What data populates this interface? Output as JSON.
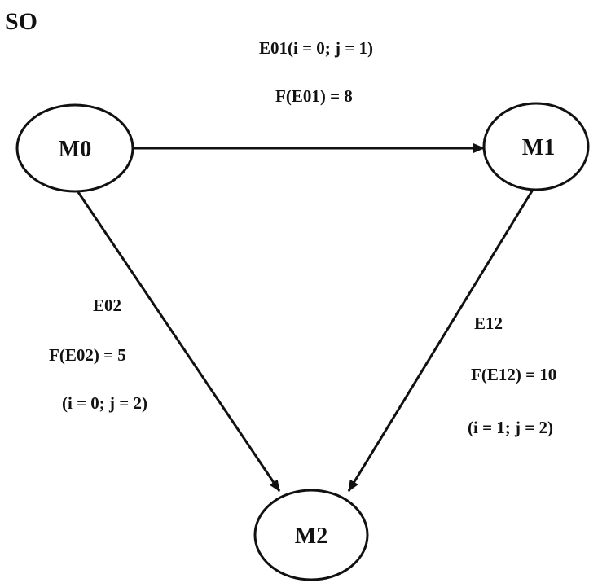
{
  "title": "SO",
  "nodes": {
    "m0": {
      "label": "M0"
    },
    "m1": {
      "label": "M1"
    },
    "m2": {
      "label": "M2"
    }
  },
  "edges": {
    "e01": {
      "name": "E01(i = 0; j = 1)",
      "weight": "F(E01) = 8"
    },
    "e02": {
      "name": "E02",
      "weight": "F(E02) = 5",
      "indices": "(i = 0; j = 2)"
    },
    "e12": {
      "name": "E12",
      "weight": "F(E12) = 10",
      "indices": "(i = 1; j = 2)"
    }
  },
  "colors": {
    "ink": "#111111",
    "background": "#ffffff"
  }
}
